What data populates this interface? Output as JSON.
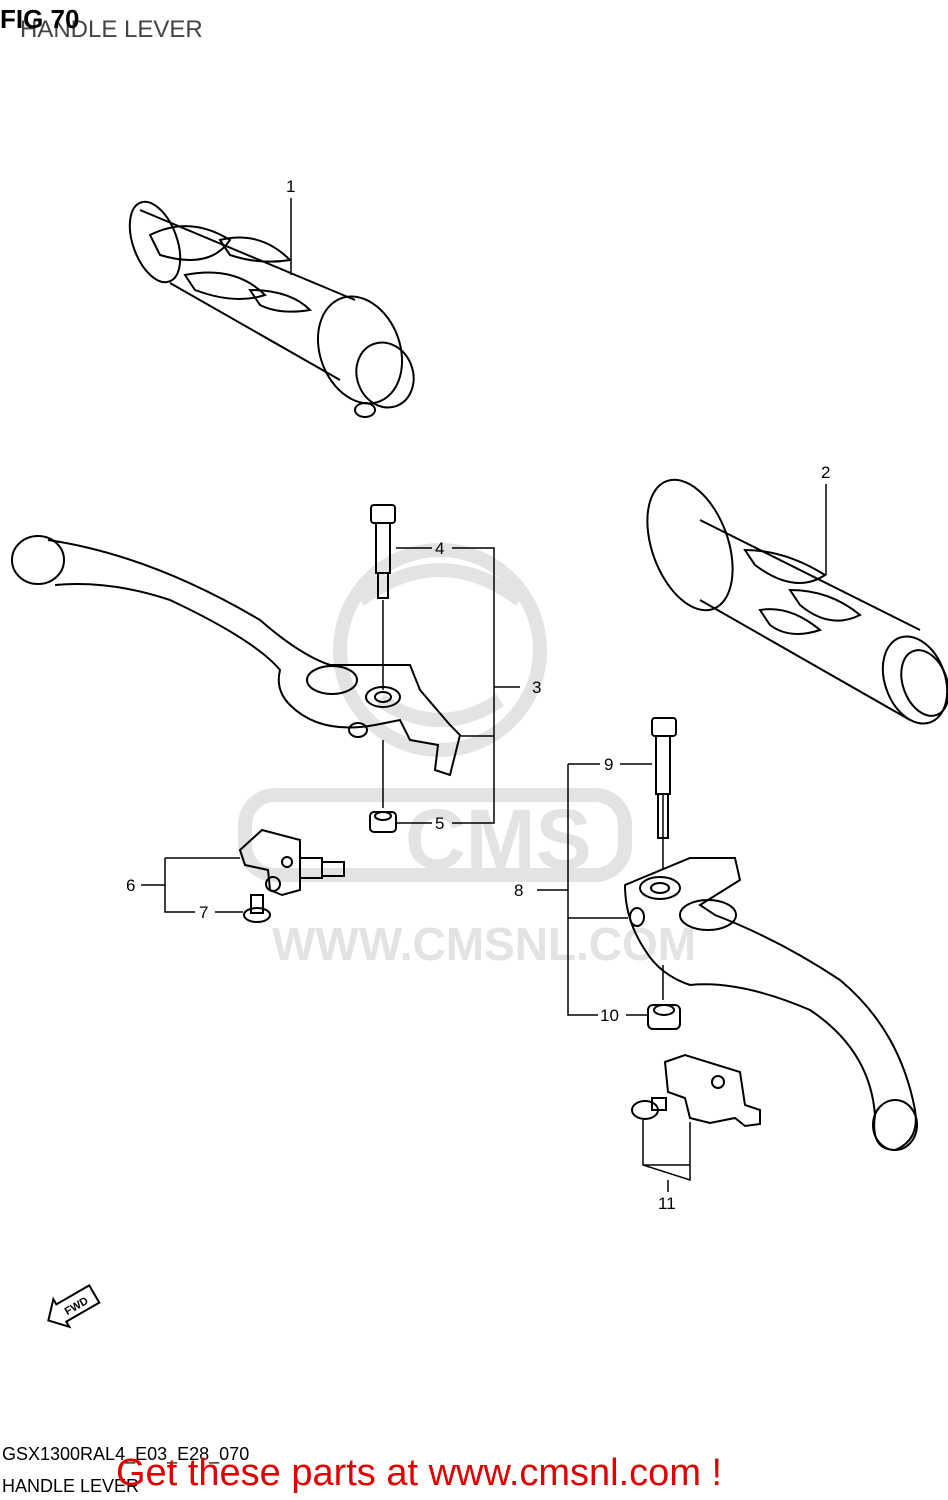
{
  "header": {
    "fig_label": "FIG 70",
    "title": "HANDLE LEVER"
  },
  "footer": {
    "model_code": "GSX1300RAL4_E03_E28_070",
    "title": "HANDLE LEVER",
    "promo": "Get these parts at www.cmsnl.com !"
  },
  "watermark": {
    "brand": "CMS",
    "url": "WWW.CMSNL.COM"
  },
  "fwd_label": "FWD",
  "callouts": [
    "1",
    "2",
    "3",
    "4",
    "5",
    "6",
    "7",
    "8",
    "9",
    "10",
    "11"
  ],
  "colors": {
    "line": "#000000",
    "watermark": "#e3e3e3",
    "promo": "#e00000"
  }
}
